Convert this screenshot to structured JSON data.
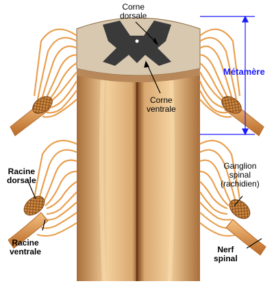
{
  "labels": {
    "corne_dorsale": [
      "Corne",
      "dorsale"
    ],
    "corne_ventrale": [
      "Corne",
      "ventrale"
    ],
    "metamere": "Métamère",
    "ganglion_spinal": [
      "Ganglion",
      "spinal",
      "(rachidien)"
    ],
    "racine_dorsale": [
      "Racine",
      "dorsale"
    ],
    "racine_ventrale": [
      "Racine",
      "ventrale"
    ],
    "nerf_spinal": [
      "Nerf",
      "spinal"
    ]
  },
  "colors": {
    "cord": "#d9a870",
    "cord_dark": "#a86e3a",
    "cord_light": "#f2cf9c",
    "nerve": "#e8a050",
    "nerve_dark": "#b86a28",
    "ganglion": "#c8803a",
    "grey_matter": "#3a3a3a",
    "white_matter": "#d8c8b0",
    "accent": "#1a1aff"
  },
  "icons": {
    "metamere_marker": "double-arrow-vertical",
    "pointer": "arrow"
  }
}
